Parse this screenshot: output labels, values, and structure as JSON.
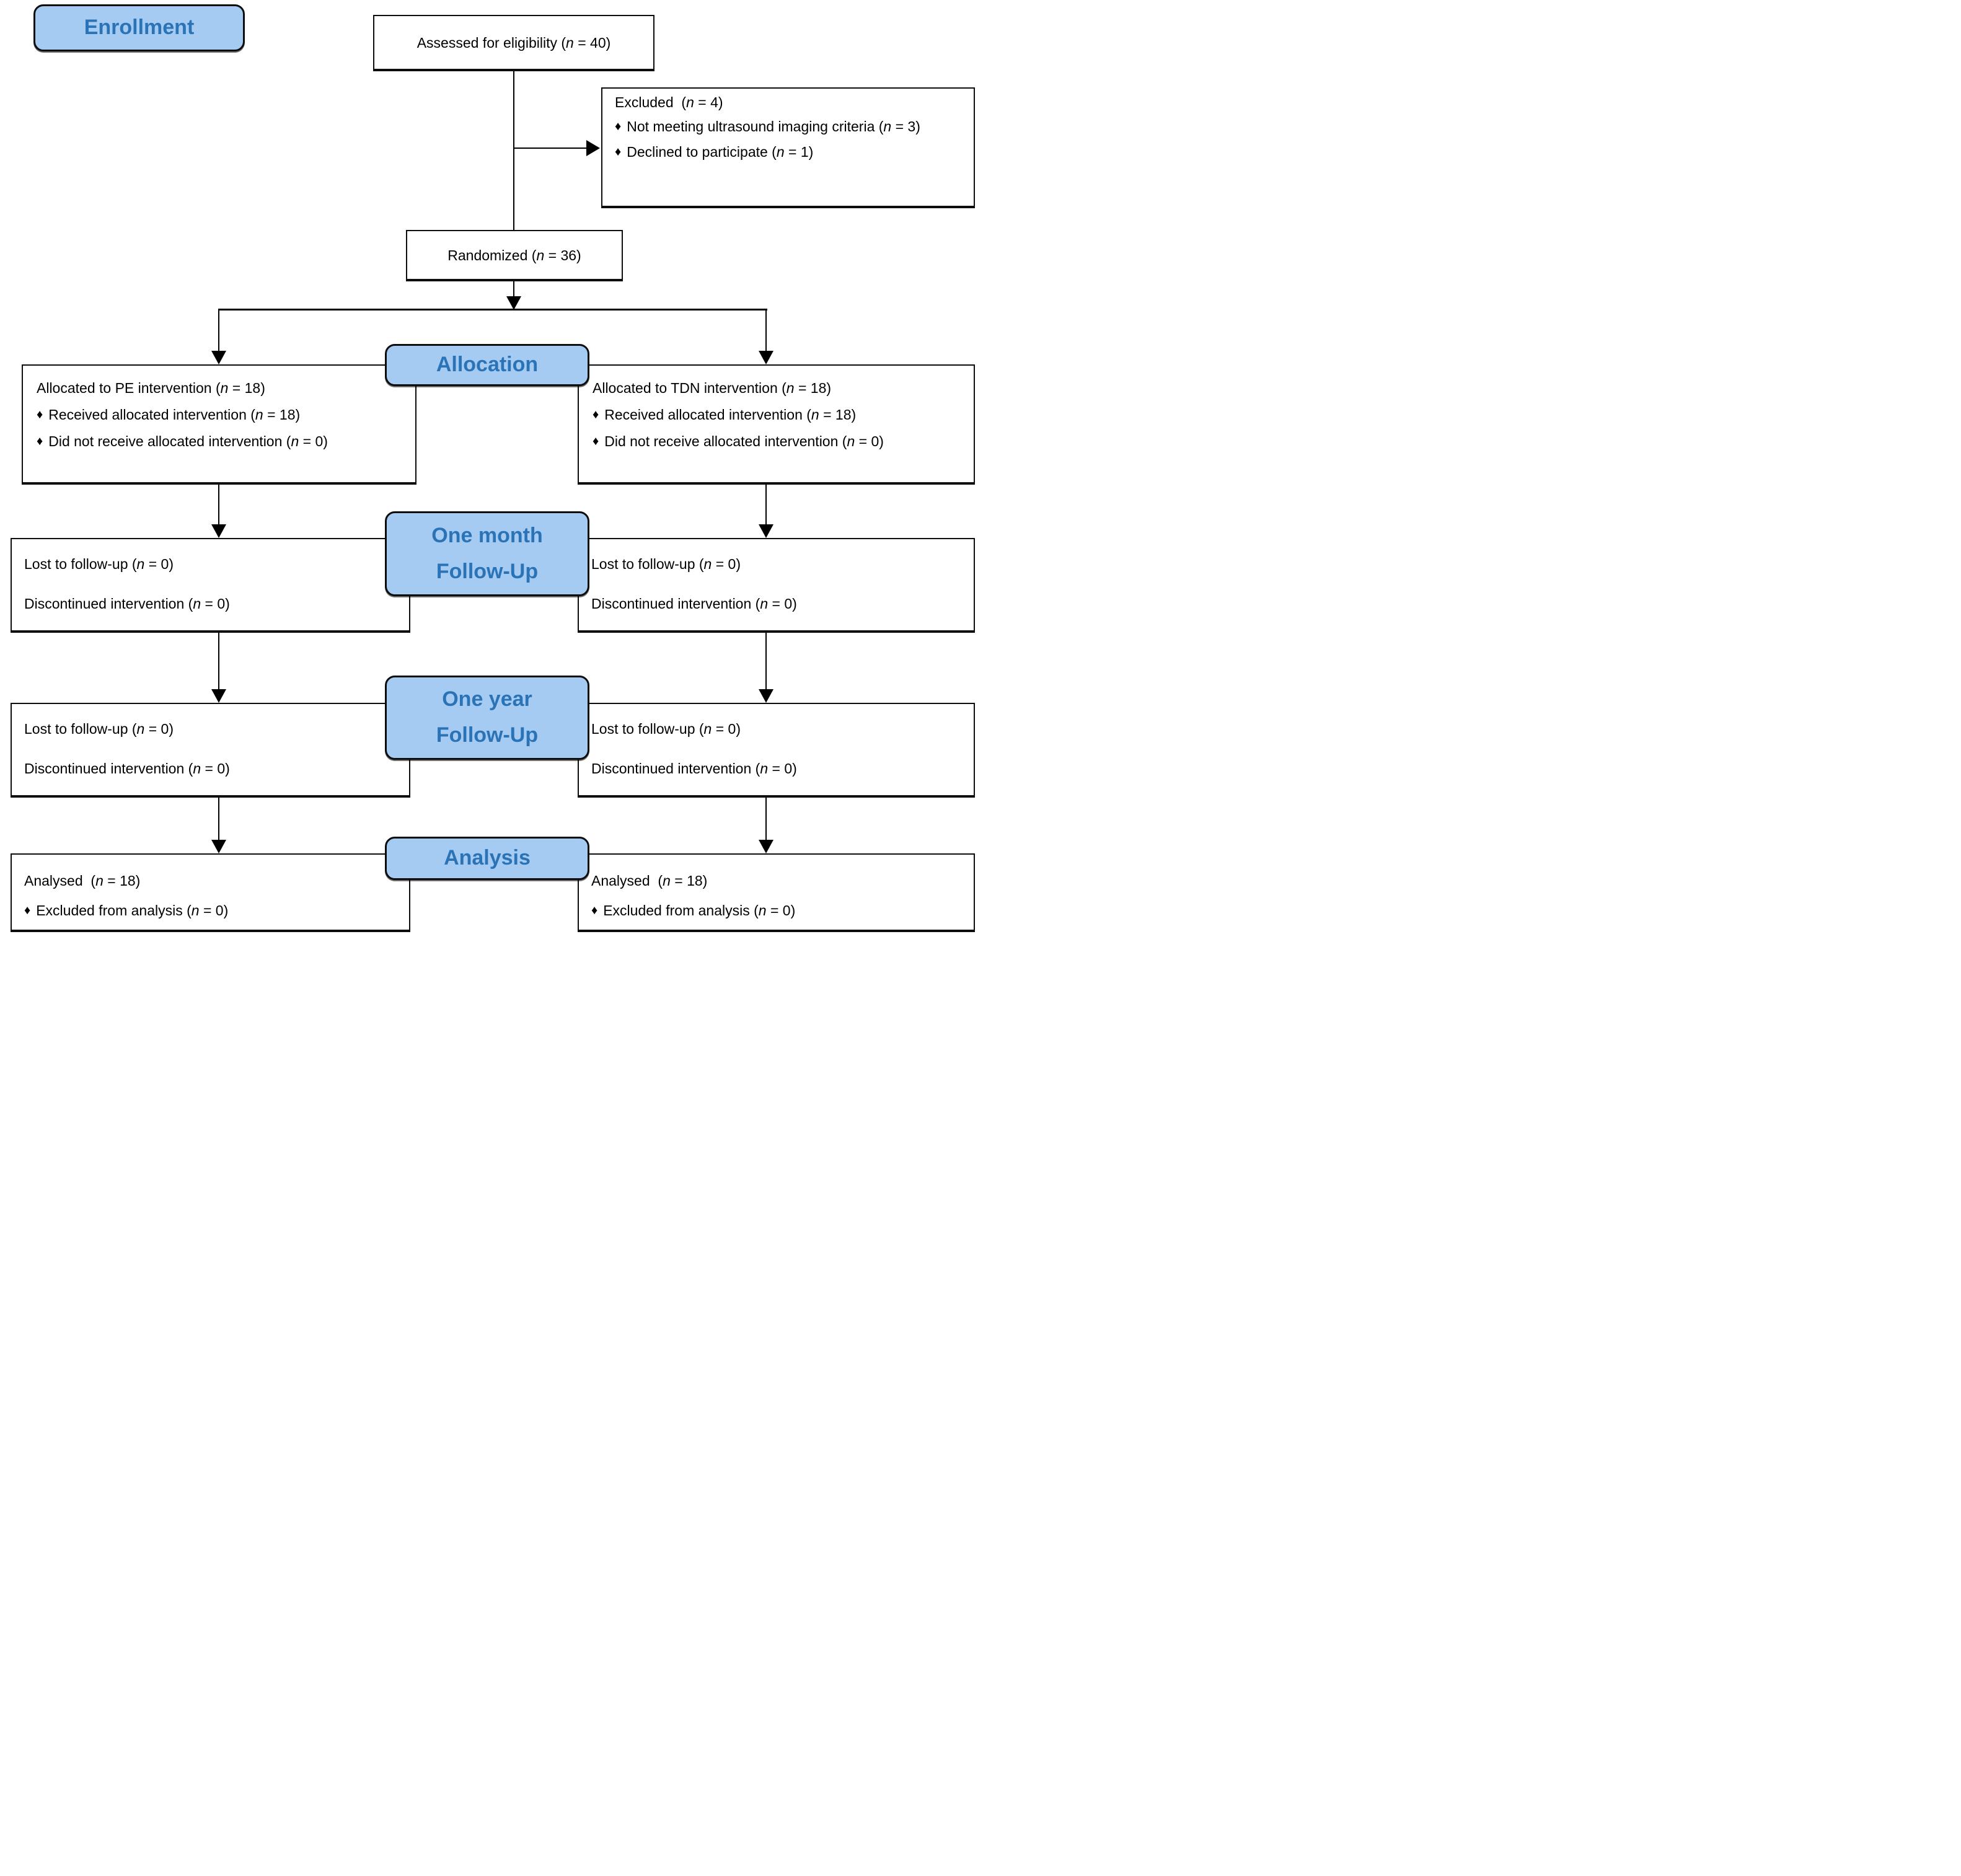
{
  "colors": {
    "pill_fill": "#a6cbf2",
    "pill_text": "#2a73b6",
    "line": "#000000",
    "text": "#000000",
    "box_bg": "#ffffff",
    "box_border": "#0d0d0d"
  },
  "icons": {
    "bullet": "♦"
  },
  "stage_labels": {
    "enrollment": "Enrollment",
    "allocation": "Allocation",
    "one_month": [
      "One month",
      "Follow-Up"
    ],
    "one_year": [
      "One year",
      "Follow-Up"
    ],
    "analysis": "Analysis"
  },
  "boxes": {
    "assessed": {
      "text": "Assessed for eligibility (n = 40)"
    },
    "excluded": {
      "title": "Excluded  (n = 4)",
      "bullets": [
        "Not meeting ultrasound imaging criteria (n = 3)",
        "Declined to participate (n = 1)"
      ]
    },
    "randomized": {
      "text": "Randomized (n = 36)"
    },
    "allocation_left": {
      "title": "Allocated to PE intervention (n = 18)",
      "bullets": [
        "Received allocated intervention (n = 18)",
        "Did not receive allocated intervention (n = 0)"
      ]
    },
    "allocation_right": {
      "title": "Allocated to TDN intervention (n = 18)",
      "bullets": [
        "Received allocated intervention (n = 18)",
        "Did not receive allocated intervention (n = 0)"
      ]
    },
    "followup_month_left": {
      "lines": [
        "Lost to follow-up (n = 0)",
        "Discontinued intervention (n = 0)"
      ]
    },
    "followup_month_right": {
      "lines": [
        "Lost to follow-up (n = 0)",
        "Discontinued intervention (n = 0)"
      ]
    },
    "followup_year_left": {
      "lines": [
        "Lost to follow-up (n = 0)",
        "Discontinued intervention (n = 0)"
      ]
    },
    "followup_year_right": {
      "lines": [
        "Lost to follow-up (n = 0)",
        "Discontinued intervention (n = 0)"
      ]
    },
    "analysis_left": {
      "title": "Analysed  (n = 18)",
      "bullets": [
        "Excluded from analysis (n = 0)"
      ]
    },
    "analysis_right": {
      "title": "Analysed  (n = 18)",
      "bullets": [
        "Excluded from analysis (n = 0)"
      ]
    }
  }
}
